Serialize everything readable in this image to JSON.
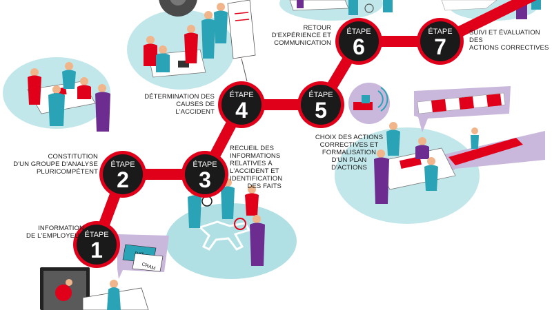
{
  "colors": {
    "path_red": "#e1001a",
    "badge_black": "#1a1a1a",
    "badge_ring": "#e1001a",
    "teal": "#2aa3b6",
    "teal_light": "#8fd3d8",
    "purple": "#6d2c8f",
    "lavender": "#c9b7dc",
    "skin": "#f0b58a"
  },
  "badge_word": "ÉTAPE",
  "steps": [
    {
      "number": "1",
      "lines": [
        "INFORMATION",
        "DE L'EMPLOYEUR"
      ]
    },
    {
      "number": "2",
      "lines": [
        "CONSTITUTION",
        "D'UN GROUPE D'ANALYSE",
        "PLURICOMPÉTENT"
      ]
    },
    {
      "number": "3",
      "lines": [
        "RECUEIL DES",
        "INFORMATIONS",
        "RELATIVES À",
        "L'ACCIDENT ET",
        "IDENTIFICATION",
        "DES FAITS"
      ]
    },
    {
      "number": "4",
      "lines": [
        "DÉTERMINATION DES",
        "CAUSES DE L'ACCIDENT"
      ]
    },
    {
      "number": "5",
      "lines": [
        "CHOIX DES ACTIONS",
        "CORRECTIVES ET",
        "FORMALISATION",
        "D'UN PLAN",
        "D'ACTIONS"
      ]
    },
    {
      "number": "6",
      "lines": [
        "RETOUR",
        "D'EXPÉRIENCE ET",
        "COMMUNICATION"
      ]
    },
    {
      "number": "7",
      "lines": [
        "SUIVI ET ÉVALUATION DES",
        "ACTIONS CORRECTIVES"
      ]
    }
  ],
  "documents": {
    "doc1": "DAT",
    "doc2": "CRAM"
  }
}
